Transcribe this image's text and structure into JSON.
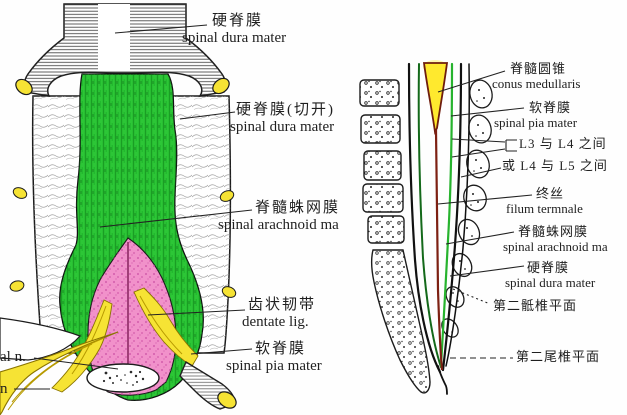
{
  "figure_type": "anatomical diagram of spinal cord meninges (two panels)",
  "left_panel": {
    "description": "dissection of spinal cord showing meningeal layers",
    "labels": {
      "dura_top": {
        "cn": "硬脊膜",
        "en": "spinal dura mater"
      },
      "dura_cut": {
        "cn": "硬脊膜(切开)",
        "en": "spinal dura mater"
      },
      "arachnoid": {
        "cn": "脊髓蛛网膜",
        "en": "spinal arachnoid ma"
      },
      "dentate": {
        "cn": "齿状韧带",
        "en": "dentate lig."
      },
      "pia": {
        "cn": "软脊膜",
        "en": "spinal pia mater"
      },
      "spinal_n_cut": {
        "en": "al n."
      },
      "n_cut": {
        "en": "n"
      }
    }
  },
  "right_panel": {
    "description": "sagittal section of lower vertebral canal",
    "labels": {
      "conus": {
        "cn": "脊髓圆锥",
        "en": "conus medullaris"
      },
      "pia": {
        "cn": "软脊膜",
        "en": "spinal pia mater"
      },
      "l3_l4": {
        "cn": "L3 与 L4 之间"
      },
      "l4_l5": {
        "cn": "或 L4 与 L5 之间"
      },
      "filum": {
        "cn": "终丝",
        "en": "filum termnale"
      },
      "arachnoid": {
        "cn": "脊髓蛛网膜",
        "en": "spinal arachnoid ma"
      },
      "dura": {
        "cn": "硬脊膜",
        "en": "spinal dura mater"
      },
      "s2_level": {
        "cn": "第二骶椎平面"
      },
      "c2_level": {
        "cn": "第二尾椎平面"
      }
    }
  },
  "colors": {
    "arachnoid_green": "#2cc636",
    "green_stripe": "#0c7d16",
    "pia_pink": "#f191ca",
    "pink_stipple": "#cb4fa4",
    "nerve_yellow": "#f6e334",
    "conus_yellow": "#ffe92e",
    "filum_maroon": "#7d2012",
    "ink": "#1c1c1c",
    "paper": "#fefefe"
  }
}
